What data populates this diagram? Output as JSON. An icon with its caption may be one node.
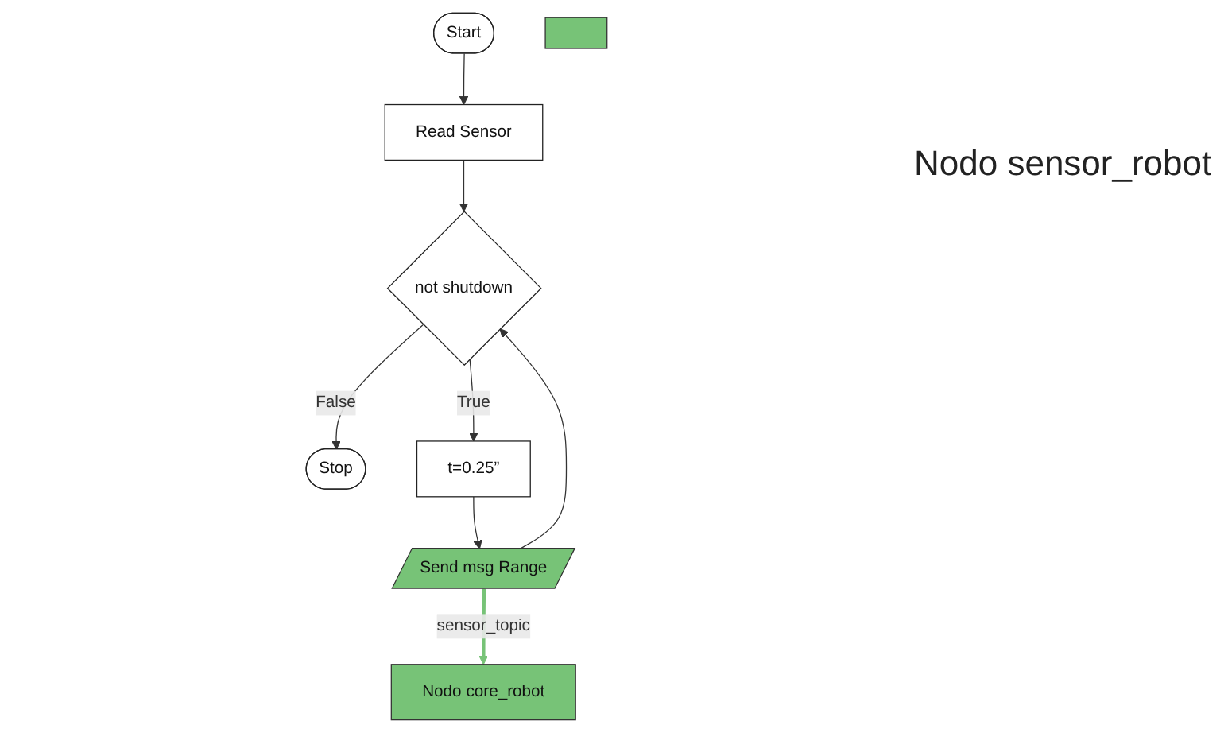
{
  "diagram": {
    "nodes": [
      {
        "text": [
          "Start"
        ]
      },
      {
        "text": [
          "Read Sensor"
        ]
      },
      {
        "text": [
          "not shutdown"
        ]
      },
      {
        "text": [
          "Stop"
        ]
      },
      {
        "text": [
          "t=0.25”"
        ]
      },
      {
        "text": [
          "Send msg Range"
        ]
      },
      {
        "text": [],
        "shape": "box"
      },
      {
        "text": [
          "Nodo core_robot"
        ]
      }
    ],
    "edges": [
      {
        "from": 0,
        "to": 1,
        "arrow": "to"
      },
      {
        "from": 1,
        "to": 2,
        "arrow": "to"
      },
      {
        "from": 2,
        "to": 3,
        "arrow": "to",
        "label": "False"
      },
      {
        "from": 2,
        "to": 4,
        "arrow": "to",
        "label": "True"
      },
      {
        "from": 4,
        "to": 5,
        "arrow": "to"
      },
      {
        "from": 5,
        "to": 2,
        "arrow": "to"
      },
      {
        "from": 5,
        "to": 7,
        "arrow": "to",
        "label": "sensor_topic",
        "style": "thick",
        "color": "#77c377"
      }
    ],
    "labels": [
      "Nodo sensor_robot"
    ]
  }
}
